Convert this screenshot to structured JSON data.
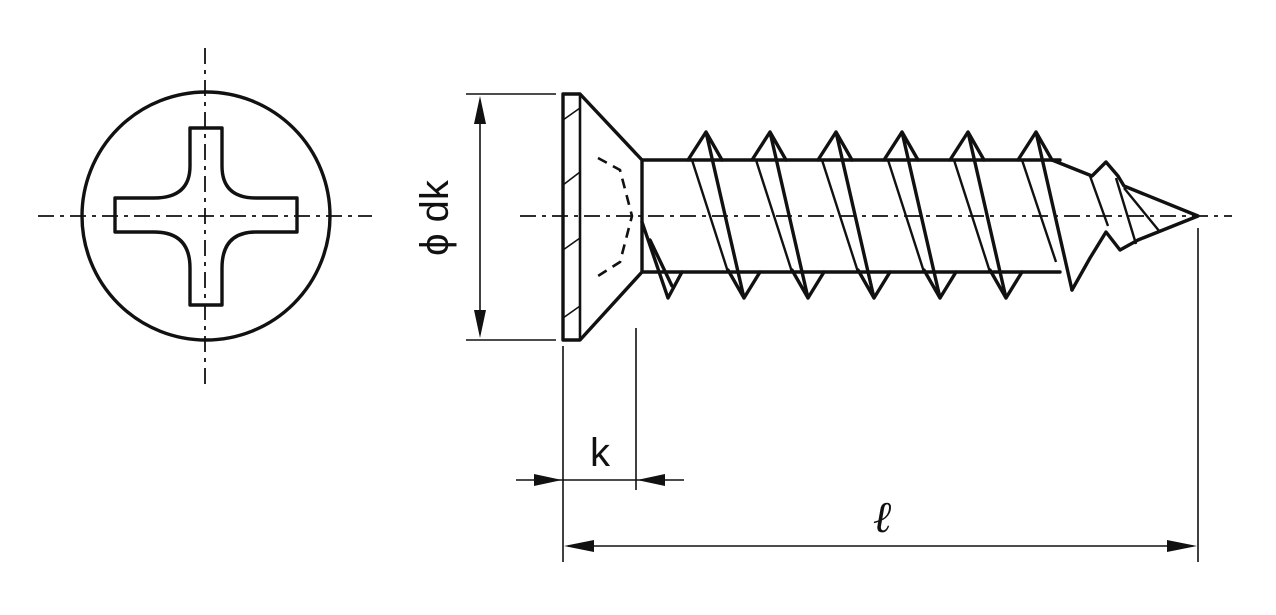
{
  "drawing": {
    "labels": {
      "head_diameter": "ϕ dk",
      "head_height": "k",
      "length": "ℓ"
    },
    "line_color": "#111111",
    "background": "#ffffff"
  }
}
